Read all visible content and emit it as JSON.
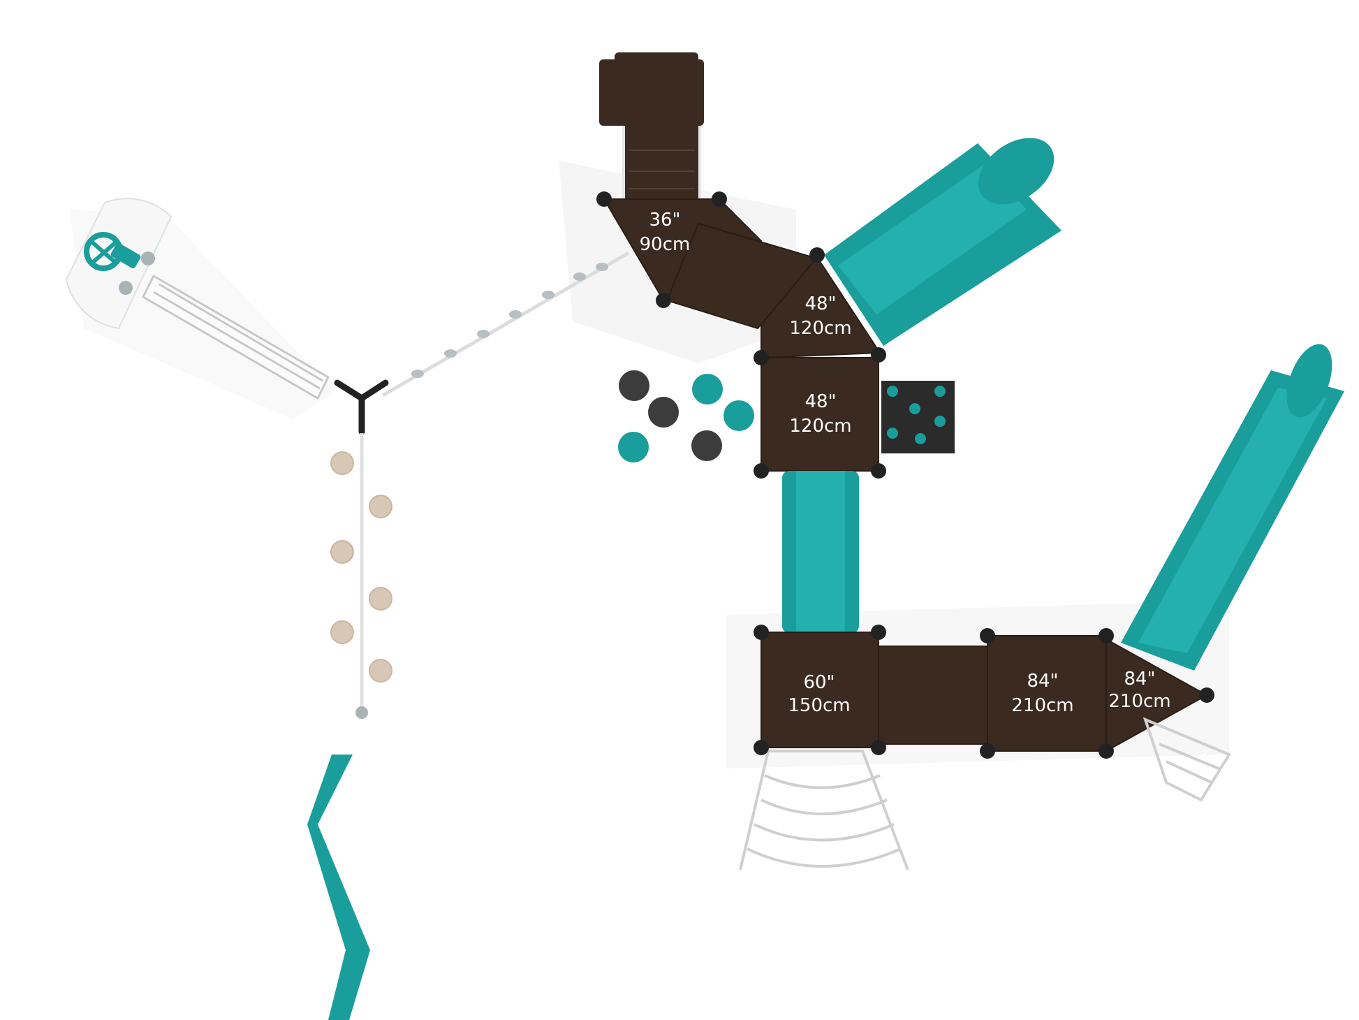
{
  "colors": {
    "deck_brown": "#3b2a20",
    "deck_edge": "#2a1d15",
    "slide_teal": "#1a9e9c",
    "slide_teal_dark": "#0f7674",
    "post_black": "#222222",
    "rail_white": "#f2f2f2",
    "rail_outline": "#bdbdbd",
    "stepping_pod_tan": "#d8c7b4",
    "stepping_pod_dark": "#3c3c3c",
    "label_text": "#ffffff",
    "shadow": "#ececec"
  },
  "decks": [
    {
      "id": "deck-36",
      "height_in": "36\"",
      "height_cm": "90cm"
    },
    {
      "id": "deck-48-upper",
      "height_in": "48\"",
      "height_cm": "120cm"
    },
    {
      "id": "deck-48-lower",
      "height_in": "48\"",
      "height_cm": "120cm"
    },
    {
      "id": "deck-60",
      "height_in": "60\"",
      "height_cm": "150cm"
    },
    {
      "id": "deck-84-square",
      "height_in": "84\"",
      "height_cm": "210cm"
    },
    {
      "id": "deck-84-triangle",
      "height_in": "84\"",
      "height_cm": "210cm"
    }
  ],
  "icons": {
    "steering_wheel": "steering-wheel-icon",
    "post": "post-cap-icon",
    "logo_chevron": "chevron-logo-icon"
  }
}
